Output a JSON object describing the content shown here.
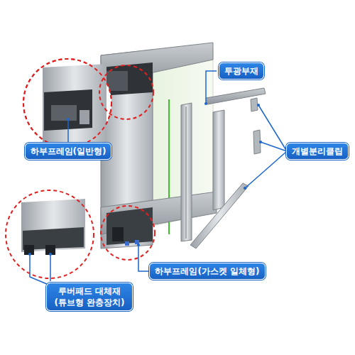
{
  "diagram": {
    "nodes": [
      {
        "text": [
          "투광부재"
        ]
      },
      {
        "text": [
          "하부프레임(일반형)"
        ]
      },
      {
        "text": [
          "개별분리클립"
        ]
      },
      {
        "text": [
          "하부프레임(가스켓 일체형)"
        ]
      },
      {
        "text": [
          "루버패드 대체재 (튜브형 완충장치)"
        ]
      }
    ]
  }
}
